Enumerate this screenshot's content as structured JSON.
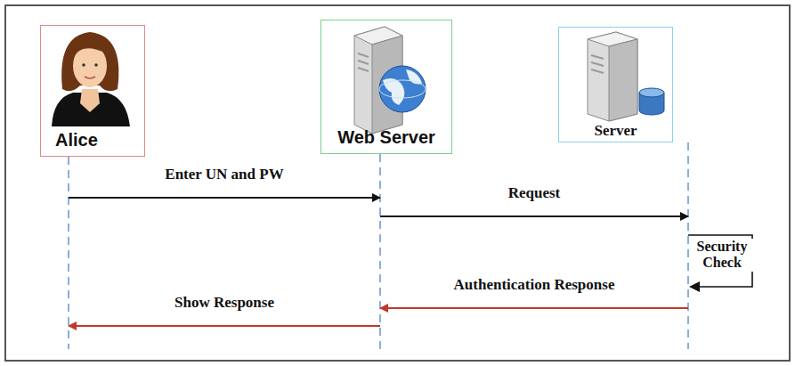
{
  "diagram": {
    "nodes": [
      {
        "text": [
          "Alice"
        ]
      },
      {
        "text": [
          "Web Server"
        ]
      },
      {
        "text": [
          "Server"
        ]
      }
    ],
    "edges": [
      {
        "from": 0,
        "to": 1,
        "arrow": "to",
        "label": "Enter UN and PW"
      },
      {
        "from": 1,
        "to": 2,
        "arrow": "to",
        "label": "Request"
      },
      {
        "from": 2,
        "to": 1,
        "arrow": "to",
        "label": "Authentication Response"
      },
      {
        "from": 1,
        "to": 0,
        "arrow": "to",
        "label": "Show Response"
      }
    ],
    "labels": [
      "Security Check"
    ]
  }
}
